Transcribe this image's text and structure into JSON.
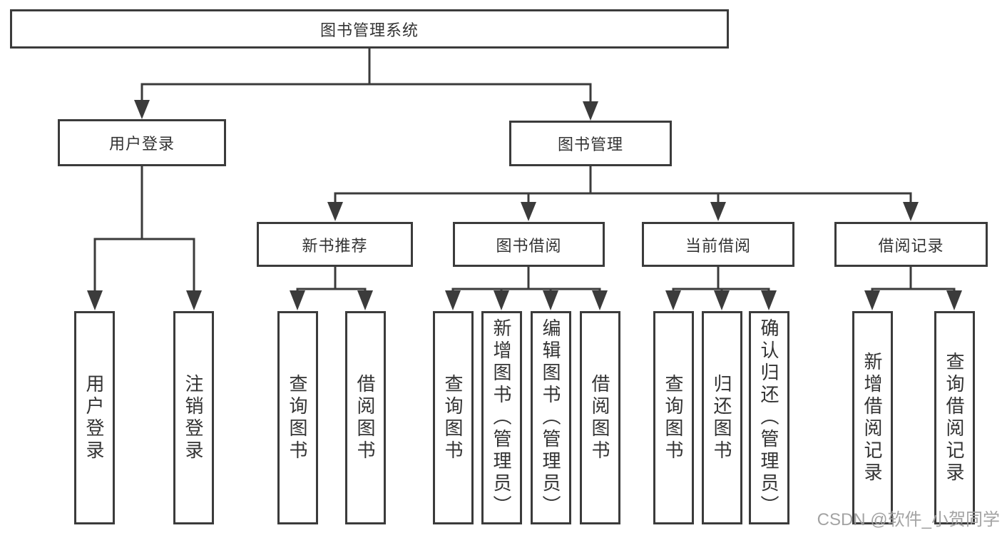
{
  "colors": {
    "line": "#3b3b3b",
    "box_border": "#3b3b3b",
    "box_fill": "#ffffff",
    "text": "#333333",
    "background": "#ffffff",
    "watermark": "#9e9e9e"
  },
  "watermark": {
    "text": "CSDN @软件_小贺同学"
  },
  "tree": {
    "root": {
      "label": "图书管理系统"
    },
    "branches": [
      {
        "label": "用户登录",
        "children": [
          {
            "label": "用户登录"
          },
          {
            "label": "注销登录"
          }
        ]
      },
      {
        "label": "图书管理",
        "sections": [
          {
            "label": "新书推荐",
            "children": [
              {
                "label": "查询图书"
              },
              {
                "label": "借阅图书"
              }
            ]
          },
          {
            "label": "图书借阅",
            "children": [
              {
                "label": "查询图书"
              },
              {
                "label": "新增图书（管理员）"
              },
              {
                "label": "编辑图书（管理员）"
              },
              {
                "label": "借阅图书"
              }
            ]
          },
          {
            "label": "当前借阅",
            "children": [
              {
                "label": "查询图书"
              },
              {
                "label": "归还图书"
              },
              {
                "label": "确认归还（管理员）"
              }
            ]
          },
          {
            "label": "借阅记录",
            "children": [
              {
                "label": "新增借阅记录"
              },
              {
                "label": "查询借阅记录"
              }
            ]
          }
        ]
      }
    ]
  }
}
